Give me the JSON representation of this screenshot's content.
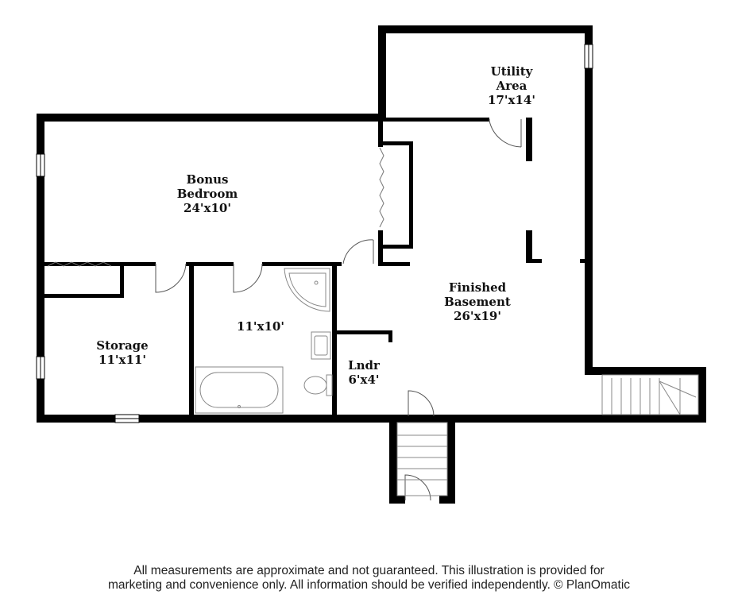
{
  "rooms": {
    "utility": {
      "name_line1": "Utility",
      "name_line2": "Area",
      "size": "17'x14'"
    },
    "bonus": {
      "name_line1": "Bonus",
      "name_line2": "Bedroom",
      "size": "24'x10'"
    },
    "finished": {
      "name_line1": "Finished",
      "name_line2": "Basement",
      "size": "26'x19'"
    },
    "storage": {
      "name": "Storage",
      "size": "11'x11'"
    },
    "bath": {
      "size": "11'x10'"
    },
    "laundry": {
      "name": "Lndr",
      "size": "6'x4'"
    }
  },
  "disclaimer": {
    "line1": "All measurements are approximate and not guaranteed. This illustration is provided for",
    "line2": "marketing and convenience only. All information should be verified independently. © PlanOmatic"
  },
  "colors": {
    "wall": "#000000",
    "fixture": "#888888"
  }
}
